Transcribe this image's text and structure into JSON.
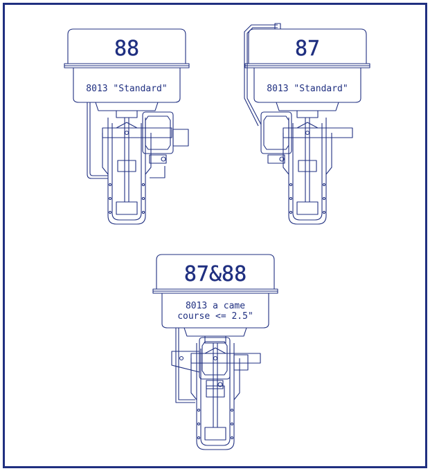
{
  "colors": {
    "line": "#1f2f80",
    "background": "#ffffff"
  },
  "actuators": [
    {
      "id": "left",
      "number": "88",
      "label_line1": "8013 \"Standard\"",
      "label_line2": ""
    },
    {
      "id": "right",
      "number": "87",
      "label_line1": "8013 \"Standard\"",
      "label_line2": ""
    },
    {
      "id": "bottom",
      "number": "87&88",
      "label_line1": "8013 a came",
      "label_line2": "course <= 2.5\""
    }
  ]
}
